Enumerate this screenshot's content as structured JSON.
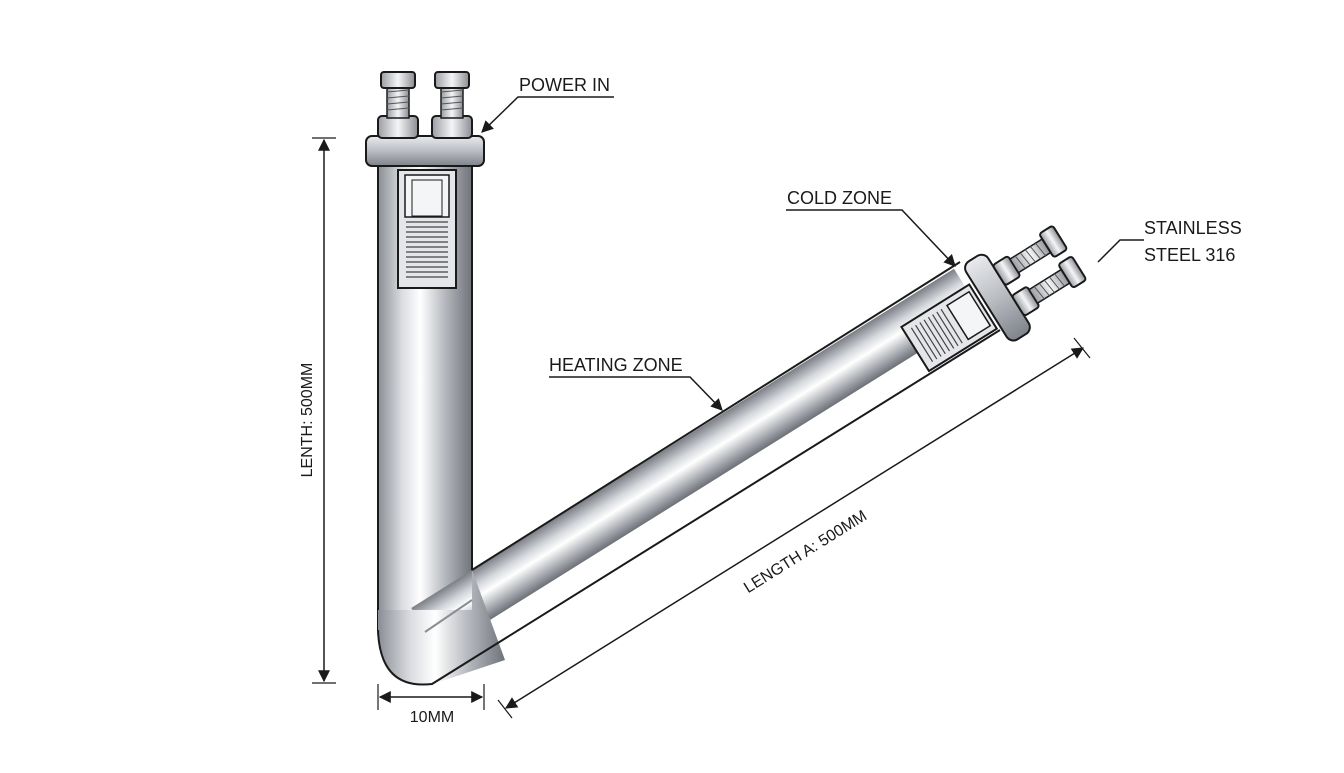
{
  "labels": {
    "power_in": "POWER IN",
    "cold_zone": "COLD ZONE",
    "stainless_line1": "STAINLESS",
    "stainless_line2": "STEEL 316",
    "heating_zone": "HEATING ZONE",
    "length_vertical": "LENTH: 500MM",
    "length_a": "LENGTH A: 500MM",
    "diameter": "10MM"
  },
  "colors": {
    "line": "#1a1a1a",
    "steel_light": "#f2f3f5",
    "steel_mid": "#c4c7cc",
    "steel_dark": "#7d8187",
    "background": "#ffffff"
  }
}
